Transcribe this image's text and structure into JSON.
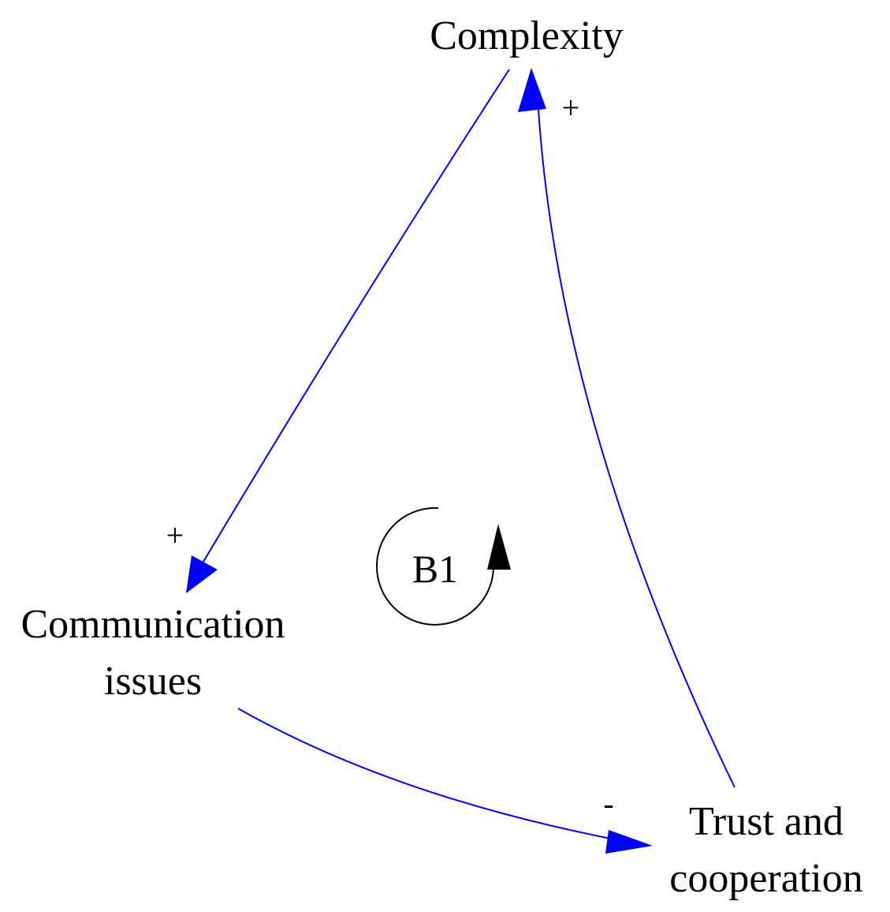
{
  "colors": {
    "link": "#0000ff",
    "loop": "#000000",
    "text": "#000000",
    "background": "#ffffff"
  },
  "nodes": {
    "complexity": "Complexity",
    "communication_line1": "Communication",
    "communication_line2": "issues",
    "trust_line1": "Trust and",
    "trust_line2": "cooperation"
  },
  "links": [
    {
      "from": "Complexity",
      "to": "Communication issues",
      "polarity": "+"
    },
    {
      "from": "Communication issues",
      "to": "Trust and cooperation",
      "polarity": "-"
    },
    {
      "from": "Trust and cooperation",
      "to": "Complexity",
      "polarity": "+"
    }
  ],
  "loop": {
    "label": "B1"
  }
}
